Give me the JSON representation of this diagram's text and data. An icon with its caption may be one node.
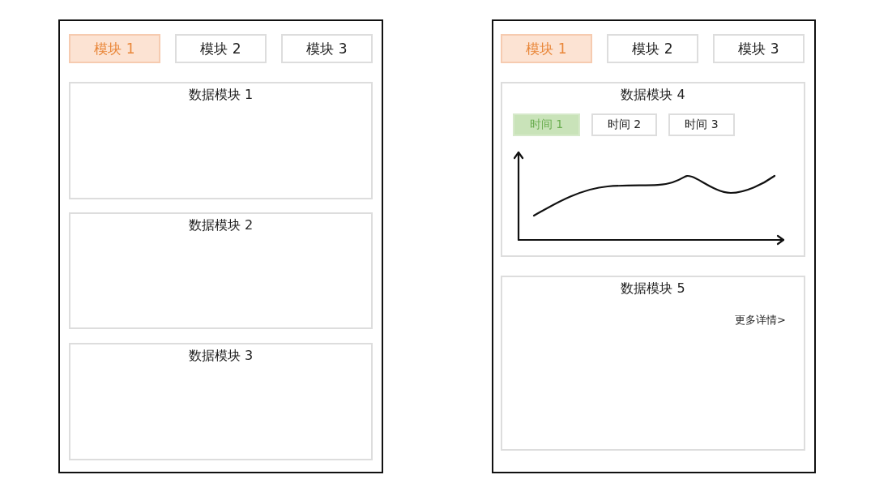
{
  "diagram": {
    "nodes": [
      {
        "text": [],
        "shape": "box"
      },
      {
        "text": [
          "模块 1"
        ],
        "in": 0
      },
      {
        "text": [
          "模块 2"
        ],
        "in": 0
      },
      {
        "text": [
          "模块 3"
        ],
        "in": 0
      },
      {
        "text": [
          "数据模块 1"
        ],
        "in": 0
      },
      {
        "text": [
          "数据模块 2"
        ],
        "in": 0
      },
      {
        "text": [
          "数据模块 3"
        ],
        "in": 0
      },
      {
        "text": [],
        "shape": "box"
      },
      {
        "text": [
          "模块 1"
        ],
        "in": 7
      },
      {
        "text": [
          "模块 2"
        ],
        "in": 7
      },
      {
        "text": [
          "模块 3"
        ],
        "in": 7
      },
      {
        "text": [
          "数据模块 4"
        ],
        "in": 7
      },
      {
        "text": [
          "时间 1"
        ],
        "in": 11
      },
      {
        "text": [
          "时间 2"
        ],
        "in": 11
      },
      {
        "text": [
          "时间 3"
        ],
        "in": 11
      },
      {
        "text": [
          "数据模块 5",
          "更多详情>"
        ],
        "in": 7
      }
    ]
  }
}
